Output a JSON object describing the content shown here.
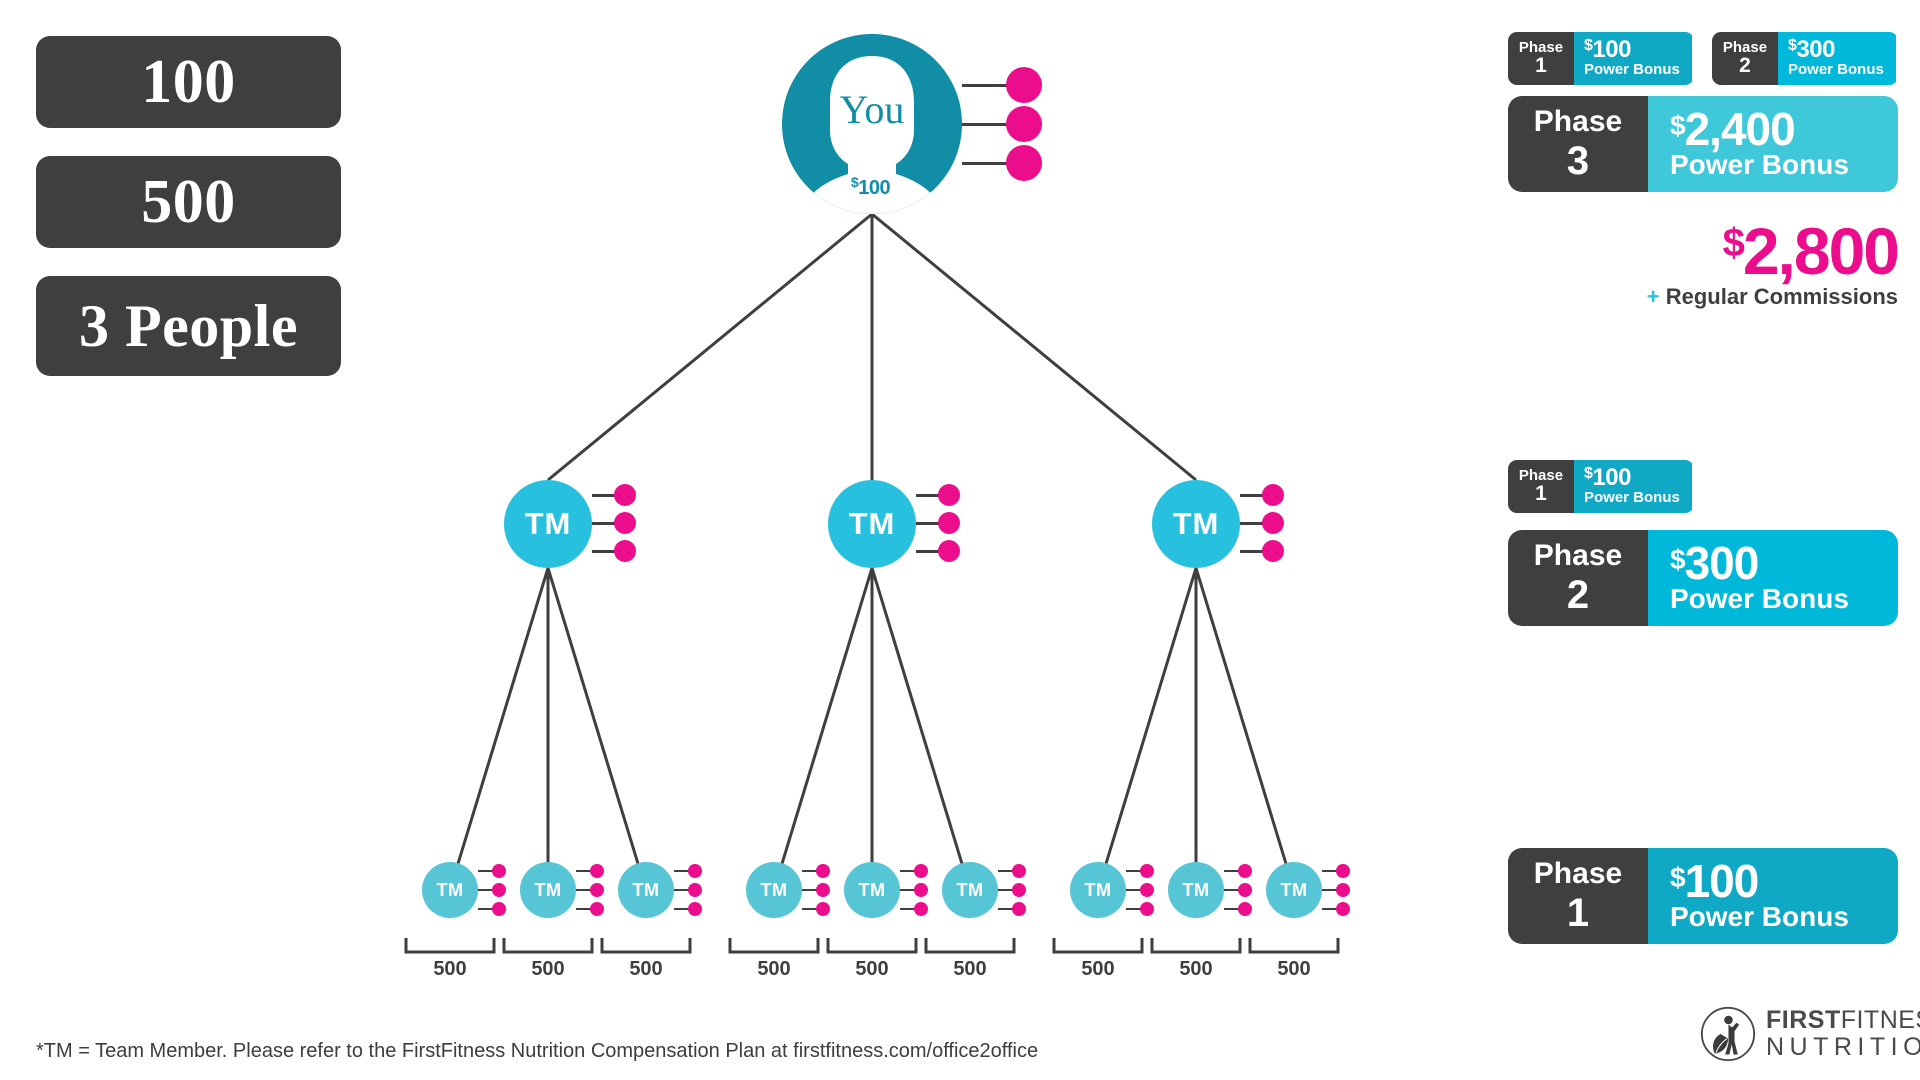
{
  "left_badges": [
    {
      "label": "100"
    },
    {
      "label": "500"
    },
    {
      "label": "3 People"
    }
  ],
  "tree": {
    "root": {
      "label": "You",
      "amount": "100",
      "currency": "$",
      "dots": 3
    },
    "mid_tier": [
      {
        "label": "TM",
        "dots": 3
      },
      {
        "label": "TM",
        "dots": 3
      },
      {
        "label": "TM",
        "dots": 3
      }
    ],
    "leaf_tier": [
      {
        "label": "TM",
        "dots": 3,
        "volume": "500"
      },
      {
        "label": "TM",
        "dots": 3,
        "volume": "500"
      },
      {
        "label": "TM",
        "dots": 3,
        "volume": "500"
      },
      {
        "label": "TM",
        "dots": 3,
        "volume": "500"
      },
      {
        "label": "TM",
        "dots": 3,
        "volume": "500"
      },
      {
        "label": "TM",
        "dots": 3,
        "volume": "500"
      },
      {
        "label": "TM",
        "dots": 3,
        "volume": "500"
      },
      {
        "label": "TM",
        "dots": 3,
        "volume": "500"
      },
      {
        "label": "TM",
        "dots": 3,
        "volume": "500"
      }
    ]
  },
  "right_panel": {
    "group_top": {
      "small_badges": [
        {
          "phase_word": "Phase",
          "phase_num": "1",
          "currency": "$",
          "amount": "100",
          "bonus_label": "Power Bonus"
        },
        {
          "phase_word": "Phase",
          "phase_num": "2",
          "currency": "$",
          "amount": "300",
          "bonus_label": "Power Bonus"
        }
      ],
      "big_badge": {
        "phase_word": "Phase",
        "phase_num": "3",
        "currency": "$",
        "amount": "2,400",
        "bonus_label": "Power Bonus"
      },
      "total": {
        "currency": "$",
        "amount": "2,800",
        "plus": "+",
        "sub_label": "Regular Commissions"
      }
    },
    "group_mid": {
      "small_badges": [
        {
          "phase_word": "Phase",
          "phase_num": "1",
          "currency": "$",
          "amount": "100",
          "bonus_label": "Power Bonus"
        }
      ],
      "big_badge": {
        "phase_word": "Phase",
        "phase_num": "2",
        "currency": "$",
        "amount": "300",
        "bonus_label": "Power Bonus"
      }
    },
    "group_bottom": {
      "big_badge": {
        "phase_word": "Phase",
        "phase_num": "1",
        "currency": "$",
        "amount": "100",
        "bonus_label": "Power Bonus"
      }
    }
  },
  "footer": {
    "note": "*TM = Team Member. Please refer to the FirstFitness Nutrition Compensation Plan at firstfitness.com/office2office",
    "logo": {
      "line1_bold": "FIRST",
      "line1_thin": "FITNESS",
      "line2": "NUTRITION",
      "registered": "®"
    }
  },
  "colors": {
    "dark": "#403f3f",
    "cyan_bright": "#00b8d9",
    "cyan_node": "#27c0df",
    "teal_light": "#56c5d6",
    "teal_deep": "#128da6",
    "teal_mid": "#3fbcce",
    "pink": "#ec0d8c",
    "white": "#ffffff"
  }
}
